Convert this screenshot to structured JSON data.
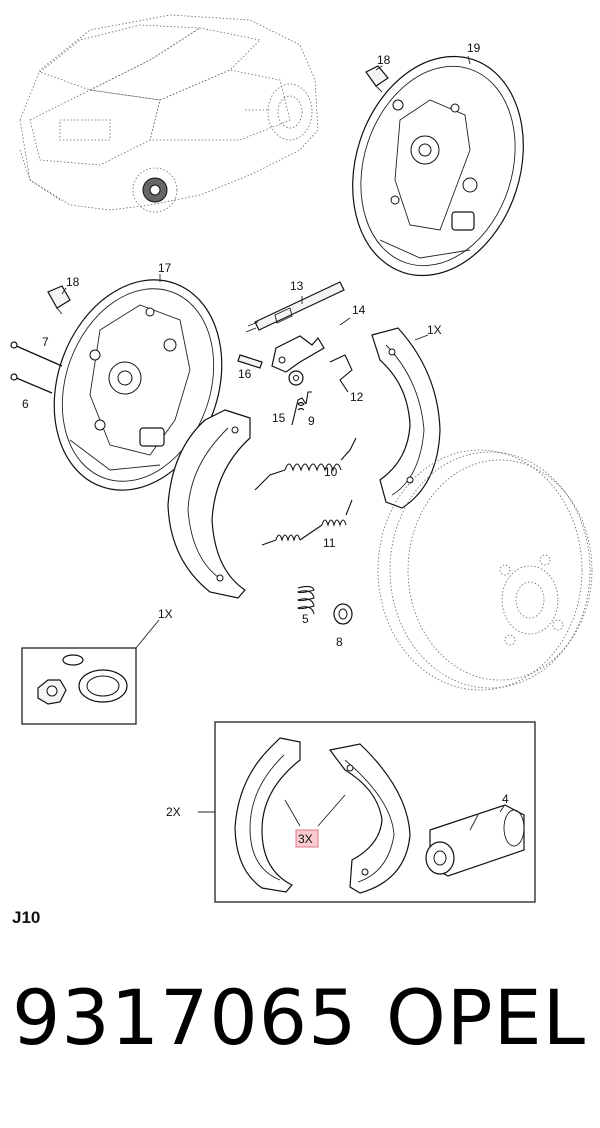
{
  "section_code": "J10",
  "part_number": "9317065",
  "brand": "OPEL",
  "callouts": {
    "c4": "4",
    "c5": "5",
    "c6": "6",
    "c7": "7",
    "c8": "8",
    "c9": "9",
    "c10": "10",
    "c11": "11",
    "c12": "12",
    "c13": "13",
    "c14": "14",
    "c15": "15",
    "c16": "16",
    "c17": "17",
    "c18a": "18",
    "c18b": "18",
    "c19": "19",
    "qty_1x_shoe_right": "1X",
    "qty_1x_shoe_left": "1X",
    "qty_2x_kit": "2X",
    "qty_3x_highlight": "3X"
  },
  "colors": {
    "highlight": "#f4a0a8",
    "line": "#111111"
  }
}
